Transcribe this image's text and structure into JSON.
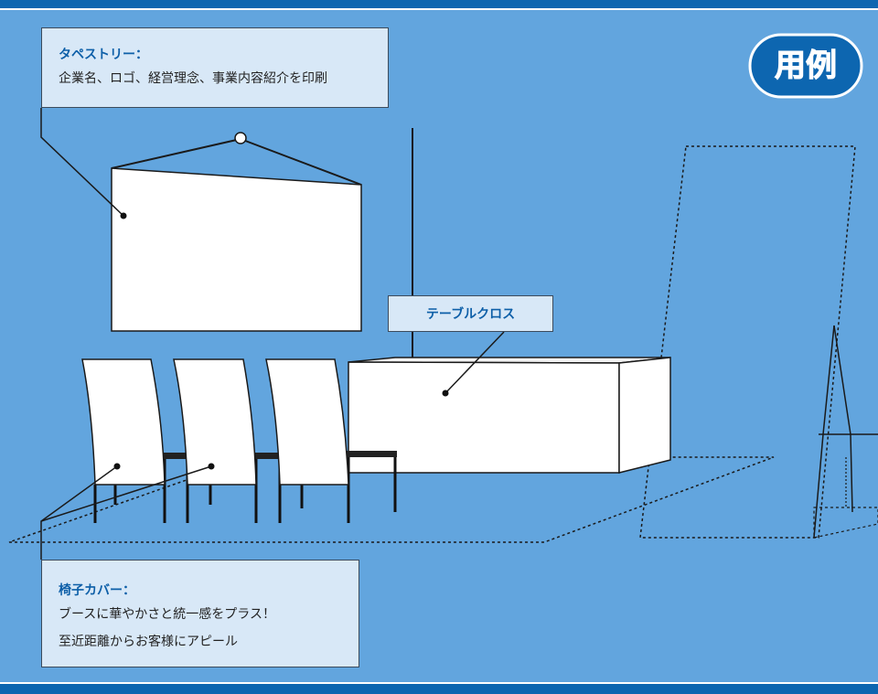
{
  "badge": {
    "label": "用例"
  },
  "callouts": {
    "tapestry": {
      "title": "タペストリー：",
      "description": "企業名、ロゴ、経営理念、事業内容紹介を印刷"
    },
    "tablecloth": {
      "title": "テーブルクロス"
    },
    "chair_cover": {
      "title": "椅子カバー：",
      "line1": "ブースに華やかさと統一感をプラス！",
      "line2": "至近距離からお客様にアピール"
    }
  },
  "colors": {
    "background": "#62a5de",
    "band": "#0d66b0",
    "callout_fill": "#d8e8f7",
    "heading_text": "#0d5fa8",
    "body_text": "#222222",
    "object_fill": "#ffffff",
    "outline": "#1a1a1a"
  }
}
